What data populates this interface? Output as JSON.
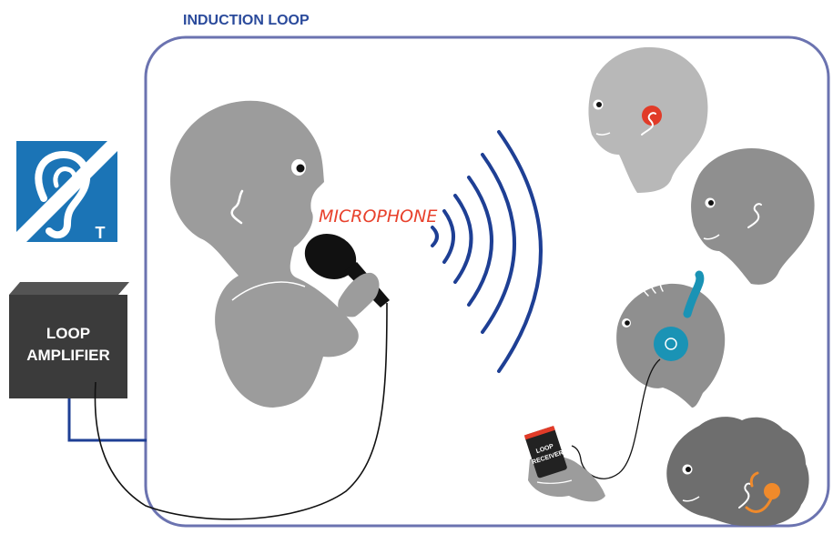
{
  "title": "INDUCTION LOOP",
  "amplifier": {
    "line1": "LOOP",
    "line2": "AMPLIFIER"
  },
  "microphone_label": "MICROPHONE",
  "receiver": {
    "line1": "LOOP",
    "line2": "RECEIVER"
  },
  "hearing_loop_sign": {
    "letter": "T",
    "icon": "ear-with-t-icon"
  },
  "colors": {
    "loop": "#6b73b0",
    "wire_blue": "#1e3f94",
    "waves": "#1e3f94",
    "sign_blue": "#1b74b6",
    "amplifier": "#3b3b3b",
    "speaker": "#9c9c9c",
    "heads": [
      "#b8b8b8",
      "#8f8f8f",
      "#8f8f8f",
      "#6e6e6e"
    ],
    "hearing_aid_red": "#e13b28",
    "headphones": "#1a93b5",
    "cochlear_orange": "#f08a2b",
    "label_red": "#e8412c"
  }
}
